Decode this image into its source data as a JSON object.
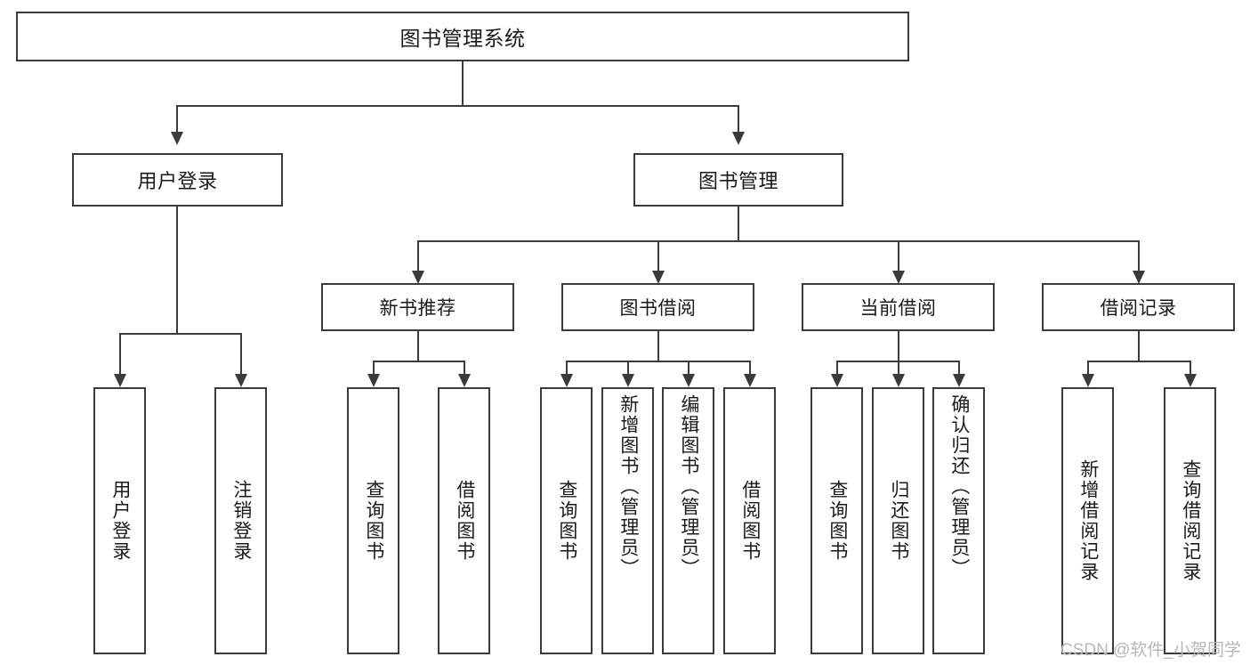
{
  "diagram": {
    "title": "图书管理系统",
    "type": "tree-hierarchy",
    "root": {
      "label": "图书管理系统"
    },
    "level2": [
      {
        "label": "用户登录"
      },
      {
        "label": "图书管理"
      }
    ],
    "level3": [
      {
        "label": "新书推荐"
      },
      {
        "label": "图书借阅"
      },
      {
        "label": "当前借阅"
      },
      {
        "label": "借阅记录"
      }
    ],
    "leaves": {
      "user_login": [
        {
          "label": "用户登录"
        },
        {
          "label": "注销登录"
        }
      ],
      "new_book_recommend": [
        {
          "label": "查询图书"
        },
        {
          "label": "借阅图书"
        }
      ],
      "book_borrow": [
        {
          "label": "查询图书"
        },
        {
          "label": "新增图书（管理员）"
        },
        {
          "label": "编辑图书（管理员）"
        },
        {
          "label": "借阅图书"
        }
      ],
      "current_borrow": [
        {
          "label": "查询图书"
        },
        {
          "label": "归还图书"
        },
        {
          "label": "确认归还（管理员）"
        }
      ],
      "borrow_records": [
        {
          "label": "新增借阅记录"
        },
        {
          "label": "查询借阅记录"
        }
      ]
    }
  },
  "watermark": {
    "text": "CSDN @软件_小贺同学"
  },
  "colors": {
    "stroke": "#3a3a3a",
    "background": "#ffffff",
    "text": "#1a1a1a",
    "watermark": "#b8b8b8"
  }
}
